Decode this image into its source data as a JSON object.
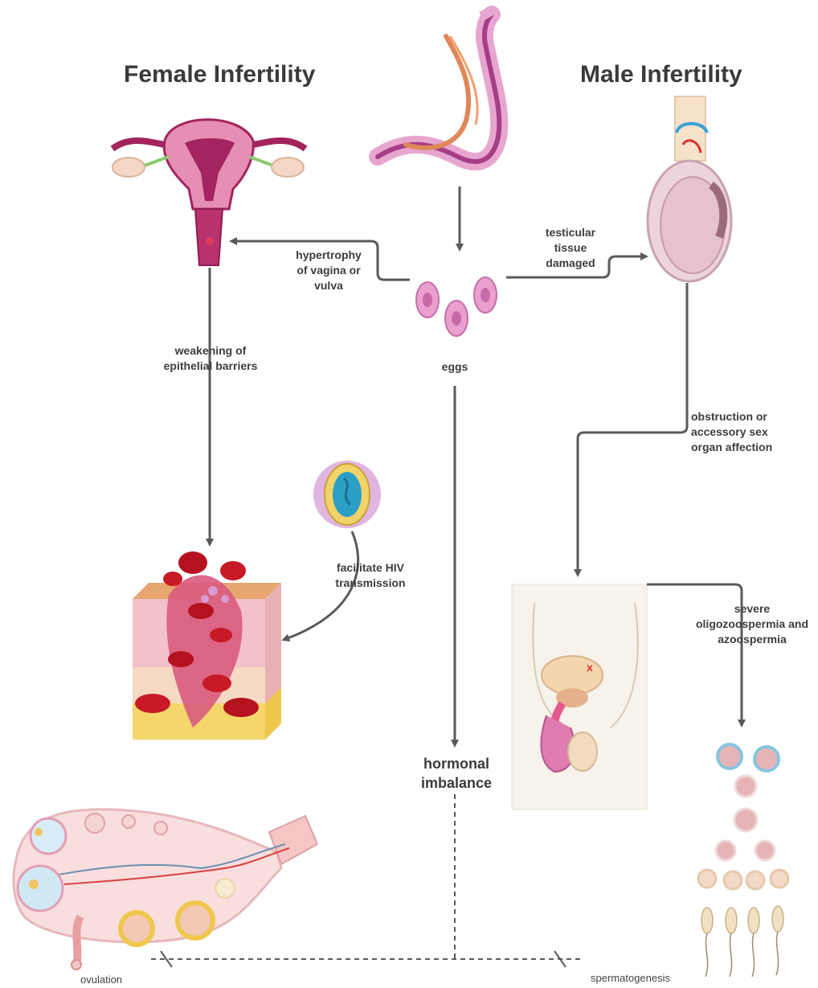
{
  "titles": {
    "female": "Female Infertility",
    "male": "Male Infertility"
  },
  "labels": {
    "hypertrophy": "hypertrophy\nof vagina or\nvulva",
    "testicular": "testicular\ntissue\ndamaged",
    "eggs": "eggs",
    "weakening": "weakening of\nepithelial barriers",
    "obstruction": "obstruction or\naccessory sex\norgan affection",
    "hiv": "facilitate HIV\ntransmission",
    "oligo": "severe\noligozoospermia and\nazoospermia",
    "hormonal": "hormonal\nimbalance",
    "ovulation": "ovulation",
    "spermatogenesis": "spermatogenesis"
  },
  "colors": {
    "arrow": "#5a5a5a",
    "pink": "#e9a9c7",
    "magenta": "#a3245e",
    "blood": "#c8102e",
    "skin": "#f6d9c2",
    "fat": "#f5d66b",
    "virus": "#c678c4",
    "cyan": "#4ab8d8",
    "sperm_cell": "#e6b4b7"
  },
  "icons": [
    "schistosome-worm-icon",
    "schistosoma-egg-icon",
    "uterus-icon",
    "testis-icon",
    "vaginal-tissue-icon",
    "hiv-virus-icon",
    "male-pelvis-icon",
    "ovary-icon",
    "sperm-cells-icon"
  ]
}
